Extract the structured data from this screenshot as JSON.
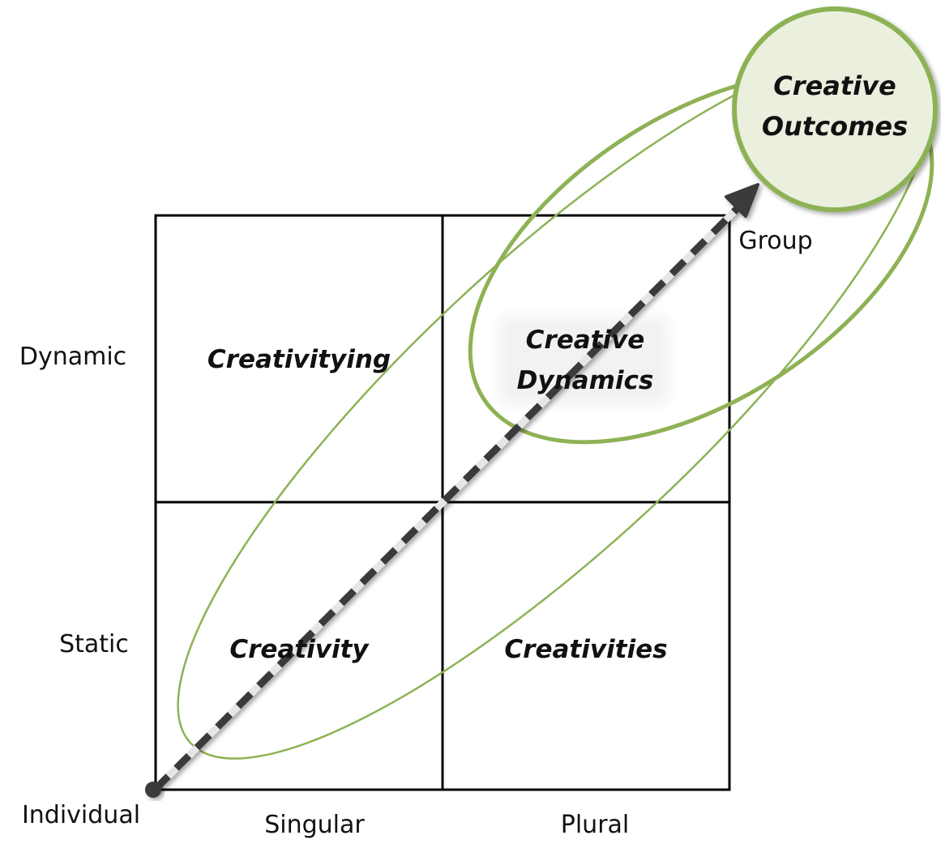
{
  "diagram": {
    "cells": {
      "top_left": "Creativitying",
      "top_right_line1": "Creative",
      "top_right_line2": "Dynamics",
      "bottom_left": "Creativity",
      "bottom_right": "Creativities"
    },
    "outcome": {
      "line1": "Creative",
      "line2": "Outcomes"
    },
    "axis": {
      "dynamic": "Dynamic",
      "static": "Static",
      "singular": "Singular",
      "plural": "Plural",
      "individual": "Individual",
      "group": "Group"
    },
    "colors": {
      "grid_line": "#000000",
      "ellipse_green": "#8db255",
      "outcome_fill": "#eaf0dd",
      "arrow_dark": "#3a3a3a",
      "arrow_light": "#e6e6e6",
      "label_bg": "#f2f2f2"
    }
  }
}
